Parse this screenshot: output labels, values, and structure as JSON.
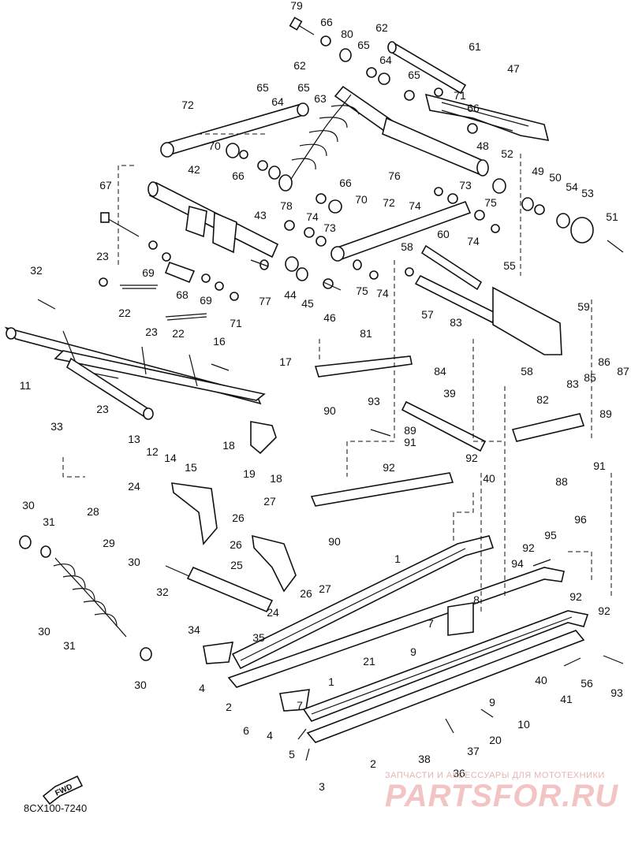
{
  "diagram": {
    "catalog_code": "8CX100-7240",
    "direction_arrow": "FWD",
    "watermark": {
      "top_text": "ЗАПЧАСТИ И АКСЕССУАРЫ ДЛЯ МОТОТЕХНИКИ",
      "brand_text": "PARTSFOR.RU"
    },
    "callouts": [
      {
        "id": "c79",
        "label": "79"
      },
      {
        "id": "c66a",
        "label": "66"
      },
      {
        "id": "c80",
        "label": "80"
      },
      {
        "id": "c62a",
        "label": "62"
      },
      {
        "id": "c65a",
        "label": "65"
      },
      {
        "id": "c64a",
        "label": "64"
      },
      {
        "id": "c61",
        "label": "61"
      },
      {
        "id": "c47",
        "label": "47"
      },
      {
        "id": "c62b",
        "label": "62"
      },
      {
        "id": "c65b",
        "label": "65"
      },
      {
        "id": "c64b",
        "label": "64"
      },
      {
        "id": "c65c",
        "label": "65"
      },
      {
        "id": "c63",
        "label": "63"
      },
      {
        "id": "c65d",
        "label": "65"
      },
      {
        "id": "c71a",
        "label": "71"
      },
      {
        "id": "c66b",
        "label": "66"
      },
      {
        "id": "c72a",
        "label": "72"
      },
      {
        "id": "c70a",
        "label": "70"
      },
      {
        "id": "c66c",
        "label": "66"
      },
      {
        "id": "c48",
        "label": "48"
      },
      {
        "id": "c52",
        "label": "52"
      },
      {
        "id": "c76",
        "label": "76"
      },
      {
        "id": "c73a",
        "label": "73"
      },
      {
        "id": "c49",
        "label": "49"
      },
      {
        "id": "c50",
        "label": "50"
      },
      {
        "id": "c54",
        "label": "54"
      },
      {
        "id": "c53",
        "label": "53"
      },
      {
        "id": "c42",
        "label": "42"
      },
      {
        "id": "c66d",
        "label": "66"
      },
      {
        "id": "c70b",
        "label": "70"
      },
      {
        "id": "c72b",
        "label": "72"
      },
      {
        "id": "c74a",
        "label": "74"
      },
      {
        "id": "c75a",
        "label": "75"
      },
      {
        "id": "c67",
        "label": "67"
      },
      {
        "id": "c78",
        "label": "78"
      },
      {
        "id": "c74b",
        "label": "74"
      },
      {
        "id": "c43",
        "label": "43"
      },
      {
        "id": "c73b",
        "label": "73"
      },
      {
        "id": "c74c",
        "label": "74"
      },
      {
        "id": "c60",
        "label": "60"
      },
      {
        "id": "c51",
        "label": "51"
      },
      {
        "id": "c58a",
        "label": "58"
      },
      {
        "id": "c55",
        "label": "55"
      },
      {
        "id": "c23a",
        "label": "23"
      },
      {
        "id": "c69a",
        "label": "69"
      },
      {
        "id": "c32a",
        "label": "32"
      },
      {
        "id": "c68",
        "label": "68"
      },
      {
        "id": "c69b",
        "label": "69"
      },
      {
        "id": "c77",
        "label": "77"
      },
      {
        "id": "c44",
        "label": "44"
      },
      {
        "id": "c45",
        "label": "45"
      },
      {
        "id": "c75b",
        "label": "75"
      },
      {
        "id": "c74d",
        "label": "74"
      },
      {
        "id": "c57",
        "label": "57"
      },
      {
        "id": "c59",
        "label": "59"
      },
      {
        "id": "c22a",
        "label": "22"
      },
      {
        "id": "c71b",
        "label": "71"
      },
      {
        "id": "c46",
        "label": "46"
      },
      {
        "id": "c23b",
        "label": "23"
      },
      {
        "id": "c22b",
        "label": "22"
      },
      {
        "id": "c83a",
        "label": "83"
      },
      {
        "id": "c81",
        "label": "81"
      },
      {
        "id": "c16",
        "label": "16"
      },
      {
        "id": "c84",
        "label": "84"
      },
      {
        "id": "c86",
        "label": "86"
      },
      {
        "id": "c87",
        "label": "87"
      },
      {
        "id": "c85",
        "label": "85"
      },
      {
        "id": "c11",
        "label": "11"
      },
      {
        "id": "c17",
        "label": "17"
      },
      {
        "id": "c58b",
        "label": "58"
      },
      {
        "id": "c83b",
        "label": "83"
      },
      {
        "id": "c90a",
        "label": "90"
      },
      {
        "id": "c23c",
        "label": "23"
      },
      {
        "id": "c39",
        "label": "39"
      },
      {
        "id": "c82",
        "label": "82"
      },
      {
        "id": "c93a",
        "label": "93"
      },
      {
        "id": "c89a",
        "label": "89"
      },
      {
        "id": "c89b",
        "label": "89"
      },
      {
        "id": "c33",
        "label": "33"
      },
      {
        "id": "c13",
        "label": "13"
      },
      {
        "id": "c12",
        "label": "12"
      },
      {
        "id": "c14",
        "label": "14"
      },
      {
        "id": "c18a",
        "label": "18"
      },
      {
        "id": "c91a",
        "label": "91"
      },
      {
        "id": "c92a",
        "label": "92"
      },
      {
        "id": "c15",
        "label": "15"
      },
      {
        "id": "c19",
        "label": "19"
      },
      {
        "id": "c18b",
        "label": "18"
      },
      {
        "id": "c92b",
        "label": "92"
      },
      {
        "id": "c91b",
        "label": "91"
      },
      {
        "id": "c40a",
        "label": "40"
      },
      {
        "id": "c88",
        "label": "88"
      },
      {
        "id": "c24a",
        "label": "24"
      },
      {
        "id": "c27a",
        "label": "27"
      },
      {
        "id": "c30a",
        "label": "30"
      },
      {
        "id": "c31a",
        "label": "31"
      },
      {
        "id": "c28",
        "label": "28"
      },
      {
        "id": "c26a",
        "label": "26"
      },
      {
        "id": "c90b",
        "label": "90"
      },
      {
        "id": "c96",
        "label": "96"
      },
      {
        "id": "c29",
        "label": "29"
      },
      {
        "id": "c26b",
        "label": "26"
      },
      {
        "id": "c1a",
        "label": "1"
      },
      {
        "id": "c95",
        "label": "95"
      },
      {
        "id": "c92c",
        "label": "92"
      },
      {
        "id": "c30b",
        "label": "30"
      },
      {
        "id": "c25",
        "label": "25"
      },
      {
        "id": "c27b",
        "label": "27"
      },
      {
        "id": "c94",
        "label": "94"
      },
      {
        "id": "c32b",
        "label": "32"
      },
      {
        "id": "c26c",
        "label": "26"
      },
      {
        "id": "c24b",
        "label": "24"
      },
      {
        "id": "c8",
        "label": "8"
      },
      {
        "id": "c92d",
        "label": "92"
      },
      {
        "id": "c92e",
        "label": "92"
      },
      {
        "id": "c7",
        "label": "7"
      },
      {
        "id": "c30c",
        "label": "30"
      },
      {
        "id": "c34",
        "label": "34"
      },
      {
        "id": "c35",
        "label": "35"
      },
      {
        "id": "c31b",
        "label": "31"
      },
      {
        "id": "c9a",
        "label": "9"
      },
      {
        "id": "c40b",
        "label": "40"
      },
      {
        "id": "c56",
        "label": "56"
      },
      {
        "id": "c93b",
        "label": "93"
      },
      {
        "id": "c21",
        "label": "21"
      },
      {
        "id": "c30d",
        "label": "30"
      },
      {
        "id": "c4a",
        "label": "4"
      },
      {
        "id": "c2a",
        "label": "2"
      },
      {
        "id": "c41",
        "label": "41"
      },
      {
        "id": "c9b",
        "label": "9"
      },
      {
        "id": "c1b",
        "label": "1"
      },
      {
        "id": "c6",
        "label": "6"
      },
      {
        "id": "c10",
        "label": "10"
      },
      {
        "id": "c4b",
        "label": "4"
      },
      {
        "id": "c7b",
        "label": "7"
      },
      {
        "id": "c20",
        "label": "20"
      },
      {
        "id": "c37",
        "label": "37"
      },
      {
        "id": "c5",
        "label": "5"
      },
      {
        "id": "c2b",
        "label": "2"
      },
      {
        "id": "c38",
        "label": "38"
      },
      {
        "id": "c36",
        "label": "36"
      },
      {
        "id": "c3",
        "label": "3"
      }
    ]
  }
}
